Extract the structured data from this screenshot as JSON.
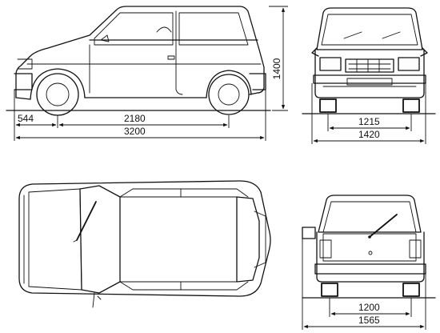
{
  "dimensions": {
    "side_front_overhang": "544",
    "side_wheelbase": "2180",
    "side_overall_length": "3200",
    "side_height": "1400",
    "front_track": "1215",
    "front_overall_width": "1420",
    "rear_track": "1200",
    "rear_overall_width": "1565"
  }
}
